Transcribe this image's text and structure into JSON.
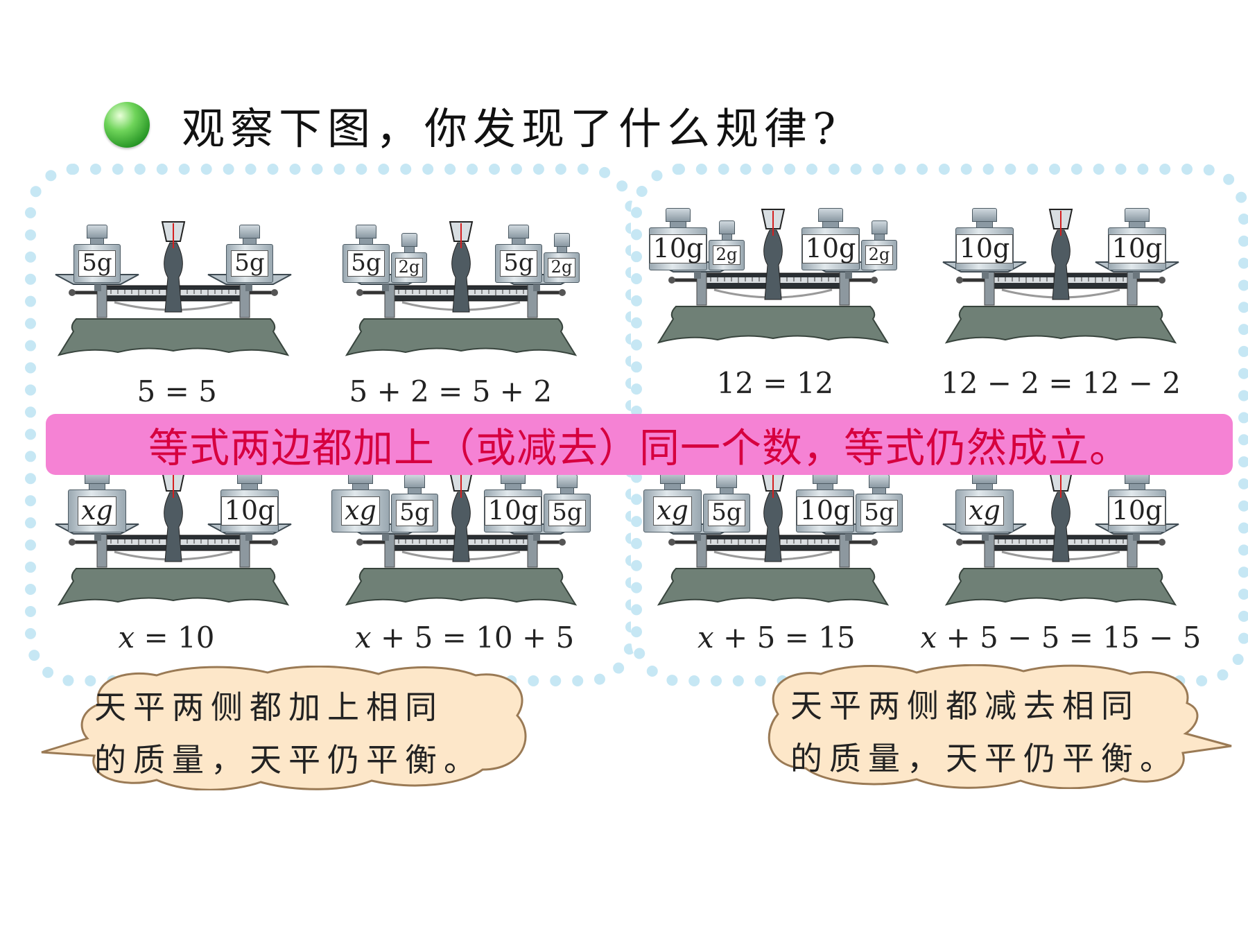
{
  "title": "观察下图，你发现了什么规律?",
  "colors": {
    "banner_bg": "#f582d4",
    "banner_text": "#d6003f",
    "panel_border": "#c6e7f4",
    "bubble_fill": "#fde7c9",
    "bubble_stroke": "#9a7a55",
    "bullet": "#2aa52a"
  },
  "scales": [
    {
      "left": [
        {
          "label": "5g"
        }
      ],
      "right": [
        {
          "label": "5g"
        }
      ],
      "equation": "5 = 5"
    },
    {
      "left": [
        {
          "label": "5g"
        },
        {
          "label": "2g"
        }
      ],
      "right": [
        {
          "label": "5g"
        },
        {
          "label": "2g"
        }
      ],
      "equation": "5 + 2 = 5 + 2"
    },
    {
      "left": [
        {
          "label": "10g"
        },
        {
          "label": "2g"
        }
      ],
      "right": [
        {
          "label": "10g"
        },
        {
          "label": "2g"
        }
      ],
      "equation": "12 = 12"
    },
    {
      "left": [
        {
          "label": "10g"
        }
      ],
      "right": [
        {
          "label": "10g"
        }
      ],
      "equation": "12 − 2 = 12 − 2"
    },
    {
      "left": [
        {
          "label": "xg",
          "variable": "x"
        }
      ],
      "right": [
        {
          "label": "10g"
        }
      ],
      "equation": "x = 10"
    },
    {
      "left": [
        {
          "label": "xg",
          "variable": "x"
        },
        {
          "label": "5g"
        }
      ],
      "right": [
        {
          "label": "10g"
        },
        {
          "label": "5g"
        }
      ],
      "equation": "x + 5 = 10 + 5"
    },
    {
      "left": [
        {
          "label": "xg",
          "variable": "x"
        },
        {
          "label": "5g"
        }
      ],
      "right": [
        {
          "label": "10g"
        },
        {
          "label": "5g"
        }
      ],
      "equation": "x + 5 = 15"
    },
    {
      "left": [
        {
          "label": "xg",
          "variable": "x"
        }
      ],
      "right": [
        {
          "label": "10g"
        }
      ],
      "equation": "x + 5 − 5 = 15 − 5"
    }
  ],
  "banner": "等式两边都加上（或减去）同一个数，等式仍然成立。",
  "bubbles": [
    {
      "line1": "天平两侧都加上相同",
      "line2": "的质量，天平仍平衡。"
    },
    {
      "line1": "天平两侧都减去相同",
      "line2": "的质量，天平仍平衡。"
    }
  ]
}
